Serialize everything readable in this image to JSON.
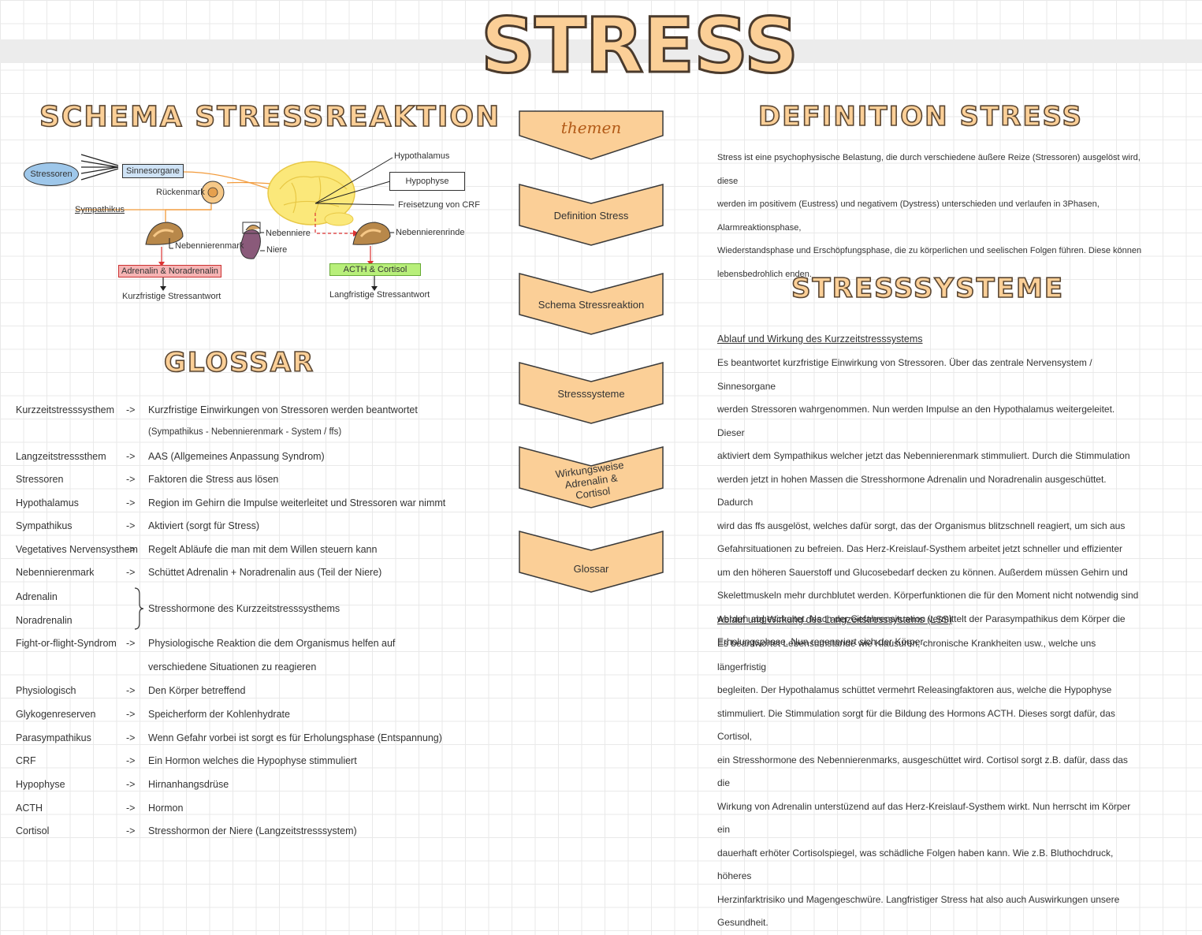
{
  "title": "STRESS",
  "schema": {
    "title": "SCHEMA STRESSREAKTION",
    "labels": {
      "stressoren": "Stressoren",
      "sinnesorgane": "Sinnesorgane",
      "rueckenmark": "Rückenmark",
      "sympathikus": "Sympathikus",
      "hypothalamus": "Hypothalamus",
      "hypophyse": "Hypophyse",
      "freisetzung": "Freisetzung von CRF",
      "nebenniere": "Nebenniere",
      "niere": "Niere",
      "nebennierenmark": "Nebennierenmark",
      "nebennierenrinde": "Nebennierenrinde",
      "adrenalin": "Adrenalin & Noradrenalin",
      "acth": "ACTH & Cortisol",
      "kurzfristig": "Kurzfristige Stressantwort",
      "langfristig": "Langfristige Stressantwort"
    }
  },
  "themen": {
    "heading": "themen",
    "items": [
      "Definition Stress",
      "Schema Stressreaktion",
      "Stresssysteme",
      "Wirkungsweise Adrenalin & Cortisol",
      "Glossar"
    ]
  },
  "glossar": {
    "title": "GLOSSAR",
    "arrow": "->",
    "entries": [
      {
        "term": "Kurzzeitstresssysthem",
        "def": "Kurzfristige Einwirkungen von Stressoren werden beantwortet"
      },
      {
        "term": "",
        "def": "(Sympathikus - Nebennierenmark - System / ffs)"
      },
      {
        "term": "Langzeitstresssthem",
        "def": "AAS (Allgemeines Anpassung Syndrom)"
      },
      {
        "term": "Stressoren",
        "def": "Faktoren die Stress aus lösen"
      },
      {
        "term": "Hypothalamus",
        "def": "Region im Gehirn die Impulse weiterleitet und Stressoren war nimmt"
      },
      {
        "term": "Sympathikus",
        "def": "Aktiviert (sorgt für Stress)"
      },
      {
        "term": "Vegetatives Nervensysthem",
        "def": "Regelt Abläufe die man mit dem Willen steuern kann"
      },
      {
        "term": "Nebennierenmark",
        "def": "Schüttet Adrenalin + Noradrenalin aus (Teil der Niere)"
      },
      {
        "term": "Adrenalin",
        "def": ""
      },
      {
        "term": "Noradrenalin",
        "def": ""
      },
      {
        "term": "Fight-or-flight-Syndrom",
        "def": "Physiologische Reaktion die dem Organismus helfen auf"
      },
      {
        "term": "",
        "def": "verschiedene Situationen zu reagieren"
      },
      {
        "term": "Physiologisch",
        "def": "Den Körper betreffend"
      },
      {
        "term": "Glykogenreserven",
        "def": "Speicherform der Kohlenhydrate"
      },
      {
        "term": "Parasympathikus",
        "def": "Wenn Gefahr vorbei ist sorgt es für Erholungsphase (Entspannung)"
      },
      {
        "term": "CRF",
        "def": "Ein Hormon welches die Hypophyse stimmuliert"
      },
      {
        "term": "Hypophyse",
        "def": "Hirnanhangsdrüse"
      },
      {
        "term": "ACTH",
        "def": "Hormon"
      },
      {
        "term": "Cortisol",
        "def": "Stresshormon der Niere (Langzeitstresssystem)"
      }
    ],
    "brace_def": "Stresshormone des Kurzzeitstresssysthems"
  },
  "definition": {
    "title": "DEFINITION STRESS",
    "lines": [
      "Stress ist eine psychophysische Belastung, die durch verschiedene äußere Reize (Stressoren) ausgelöst wird, diese",
      "werden im positivem (Eustress) und negativem (Dystress) unterschieden und verlaufen in 3Phasen, Alarmreaktionsphase,",
      "Wiederstandsphase und Erschöpfungsphase, die zu körperlichen und seelischen Folgen führen. Diese können",
      "lebensbedrohlich enden."
    ]
  },
  "stresssysteme": {
    "title": "STRESSSYSTEME",
    "kurz_heading": "Ablauf und Wirkung des Kurzzeitstresssystems",
    "kurz_lines": [
      "Es beantwortet kurzfristige Einwirkung von Stressoren. Über das zentrale Nervensystem / Sinnesorgane",
      "werden Stressoren wahrgenommen. Nun werden Impulse an den Hypothalamus weitergeleitet. Dieser",
      "aktiviert dem Sympathikus welcher jetzt das Nebennierenmark stimmuliert. Durch die Stimmulation",
      "werden jetzt in hohen Massen die Stresshormone Adrenalin und Noradrenalin ausgeschüttet. Dadurch",
      "wird das ffs ausgelöst, welches dafür sorgt, das der Organismus blitzschnell reagiert, um sich aus",
      "Gefahrsituationen zu befreien. Das Herz-Kreislauf-Systhem arbeitet jetzt schneller und effizienter",
      "um den höheren Sauerstoff und Glucosebedarf decken zu können. Außerdem müssen Gehirn und",
      "Skelettmuskeln mehr durchblutet werden. Körperfunktionen die für den Moment nicht notwendig sind",
      "werden abgeschaltet. Nach der Gefahrensituation vermittelt der Parasympathikus dem Körper die",
      "Erholungsphase. Nun regeneriert sich der Körper."
    ],
    "lang_heading": "Ablauf und Wirkung des Langzeitstresssystems (LSS)",
    "lang_lines": [
      "Es beantwortet Lebensumstände wie Klausuren, chronische Krankheiten usw., welche uns längerfristig",
      "begleiten. Der Hypothalamus schüttet vermehrt Releasingfaktoren aus, welche die Hypophyse",
      "stimmuliert. Die Stimmulation sorgt für die Bildung des Hormons ACTH. Dieses sorgt dafür, das Cortisol,",
      "ein Stresshormone des Nebennierenmarks, ausgeschüttet wird. Cortisol sorgt z.B. dafür, dass das die",
      "Wirkung von Adrenalin unterstüzend auf das Herz-Kreislauf-Systhem wirkt. Nun herrscht im Körper ein",
      "dauerhaft erhöter Cortisolspiegel, was schädliche Folgen haben kann. Wie z.B. Bluthochdruck, höheres",
      "Herzinfarktrisiko und Magengeschwüre. Langfristiger Stress hat also auch Auswirkungen unsere Gesundheit."
    ]
  }
}
